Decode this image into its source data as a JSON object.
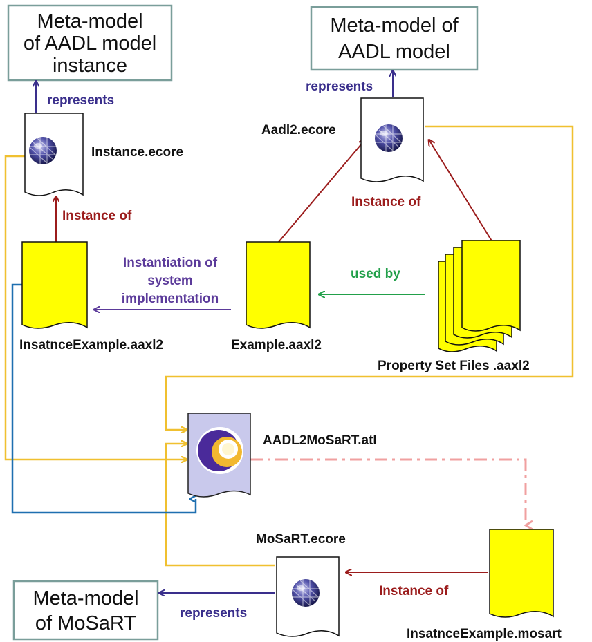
{
  "metamodels": {
    "aadl_instance": [
      "Meta-model",
      "of AADL model",
      "instance"
    ],
    "aadl_model": [
      "Meta-model of",
      "AADL model"
    ],
    "mosart": [
      "Meta-model",
      "of MoSaRT"
    ]
  },
  "files": {
    "instance_ecore": "Instance.ecore",
    "aadl2_ecore": "Aadl2.ecore",
    "instance_example_aaxl2": "InsatnceExample.aaxl2",
    "example_aaxl2": "Example.aaxl2",
    "property_set_files": "Property Set Files .aaxl2",
    "atl": "AADL2MoSaRT.atl",
    "mosart_ecore": "MoSaRT.ecore",
    "instance_example_mosart": "InsatnceExample.mosart"
  },
  "relations": {
    "represents_1": "represents",
    "represents_2": "represents",
    "represents_3": "represents",
    "instance_of_1": "Instance of",
    "instance_of_2": "Instance of",
    "instance_of_3": "Instance of",
    "instantiation": [
      "Instantiation of",
      "system",
      "implementation"
    ],
    "used_by": "used by"
  },
  "colors": {
    "represents": "#3a2f8c",
    "instance_of": "#9b1c1c",
    "instantiation": "#5b3a9a",
    "used_by": "#22a04a",
    "yellow_line": "#f0c030",
    "blue_line": "#1e6fb0",
    "dashed": "#f0a0a0"
  }
}
